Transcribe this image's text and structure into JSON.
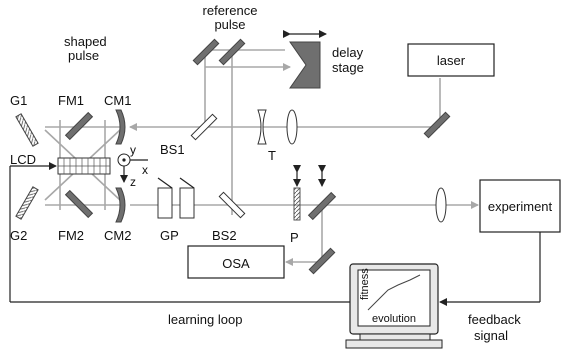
{
  "labels": {
    "reference_pulse_1": "reference",
    "reference_pulse_2": "pulse",
    "shaped_pulse_1": "shaped",
    "shaped_pulse_2": "pulse",
    "delay_stage_1": "delay",
    "delay_stage_2": "stage",
    "laser": "laser",
    "g1": "G1",
    "fm1": "FM1",
    "cm1": "CM1",
    "lcd": "LCD",
    "y": "y",
    "x": "x",
    "z": "z",
    "bs1": "BS1",
    "t": "T",
    "g2": "G2",
    "fm2": "FM2",
    "cm2": "CM2",
    "gp": "GP",
    "bs2": "BS2",
    "p": "P",
    "experiment": "experiment",
    "osa": "OSA",
    "fitness": "fitness",
    "evolution": "evolution",
    "learning_loop": "learning loop",
    "feedback_1": "feedback",
    "feedback_2": "signal"
  },
  "colors": {
    "beam": "#a8a8a8",
    "optic_dark": "#6f6f6f",
    "line": "#222222"
  }
}
